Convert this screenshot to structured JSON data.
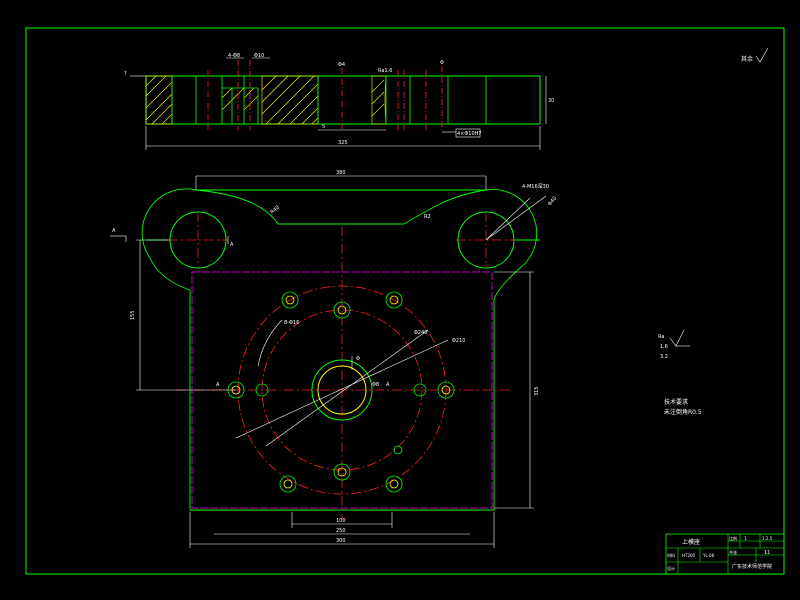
{
  "colors": {
    "background": "#000000",
    "outline": "#00ff00",
    "centerline": "#ff2020",
    "dimension": "#ffffff",
    "hatch": "#ffff00",
    "blank_outline": "#ff00ff"
  },
  "top_view": {
    "label_left": "?",
    "dim_top_1": "4-Φ8",
    "dim_top_2": "Φ10",
    "dim_top_3": "Φ4",
    "dim_top_4": "Φ",
    "dim_right": "30",
    "dim_bottom_small": "5",
    "dim_bottom": "325",
    "roughness_note": "Ra1.6",
    "callout_box": "4×Φ10H7"
  },
  "front_view": {
    "dim_top": "380",
    "radius_left": "R40",
    "radius_right": "R2",
    "fillet_right_top": "4-M16深30",
    "circle_right_dim": "Φ40",
    "section_mark_left": "A",
    "section_mark_left2": "A",
    "dim_left": "155",
    "dim_center_circle": "Φ",
    "dim_hole_circle": "Φ210",
    "dim_outer_circle": "Φ240",
    "dim_pcd_small": "Φ8",
    "dim_small_arc": "8-Φ16",
    "label_center_a": "A",
    "label_left_a": "A",
    "dim_right_height": "315",
    "dim_bottom_inner": "100",
    "dim_bottom_mid": "250",
    "dim_bottom_outer": "300"
  },
  "notes": {
    "roughness_symbol": "Ra",
    "roughness_value_1": "1.6",
    "roughness_value_2": "3.2",
    "tech_req_1": "技术要求",
    "tech_req_2": "未注倒角R0.5"
  },
  "corner_roughness": "其余",
  "title_block": {
    "part_name": "上模座",
    "material_label": "材料",
    "material": "HT200",
    "designer_label": "设计",
    "ratio_label": "比例",
    "ratio": "1:2.5",
    "sheet_label": "共张",
    "sheet_count": "11",
    "school": "广东技术师范学院",
    "qty": "1",
    "code": "YL-06"
  }
}
